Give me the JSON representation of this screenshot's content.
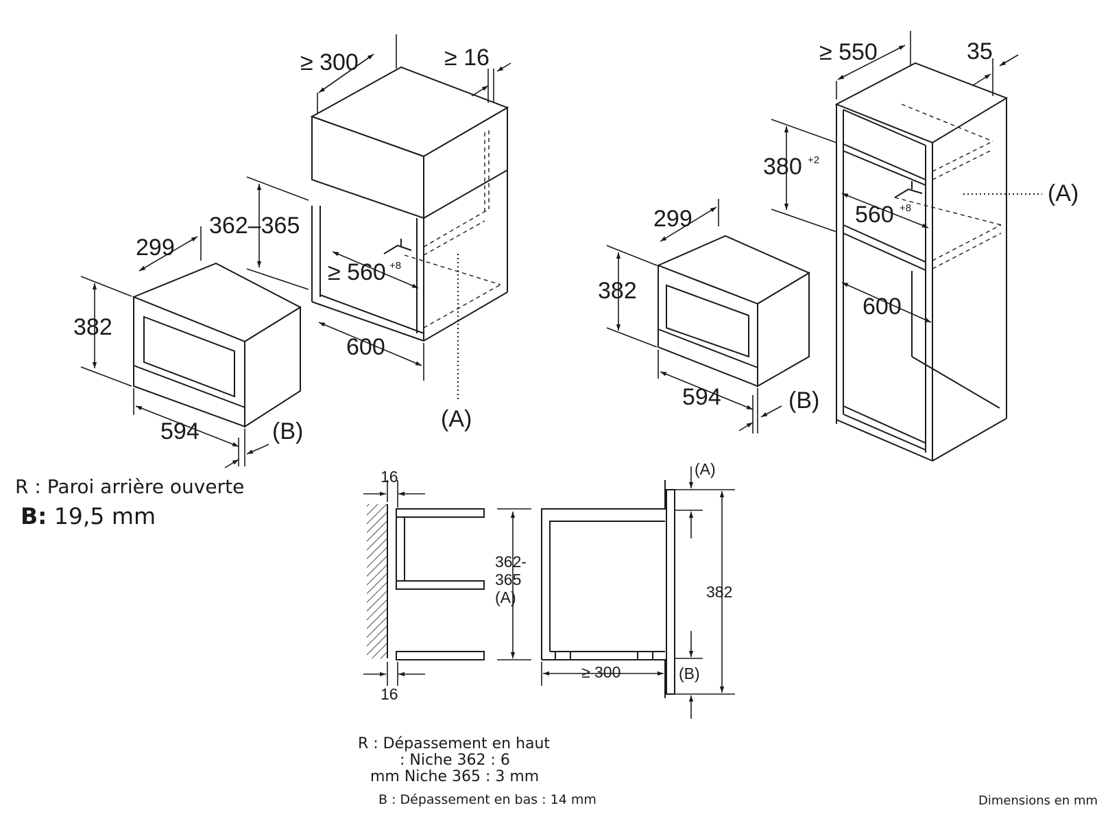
{
  "labels": {
    "left_a": "(A)",
    "left_b": "(B)",
    "right_a": "(A)",
    "right_b": "(B)",
    "bottom_a": "(A)",
    "bottom_b": "(B)",
    "bottom_a_side": "(A)"
  },
  "dims": {
    "left_niche_depth_min": "≥ 300",
    "left_top_gap_min": "≥ 16",
    "left_niche_height": "362–365",
    "left_niche_width": "≥ 560",
    "left_niche_width_tol": "+8",
    "left_cabinet_width": "600",
    "left_oven_depth": "299",
    "left_oven_height": "382",
    "left_oven_width": "594",
    "right_niche_depth_min": "≥ 550",
    "right_rear_gap": "35",
    "right_niche_height": "380",
    "right_niche_height_tol": "+2",
    "right_niche_width": "560",
    "right_niche_width_tol": "+8",
    "right_cabinet_width": "600",
    "right_oven_depth": "299",
    "right_oven_height": "382",
    "right_oven_width": "594",
    "bottom_top_16": "16",
    "bottom_bottom_16": "16",
    "bottom_niche_h1": "362-",
    "bottom_niche_h2": "365",
    "bottom_depth": "≥ 300",
    "bottom_oven_height": "382"
  },
  "notes": {
    "left_line1": "R : Paroi arrière ouverte",
    "left_line2_bold": "B:",
    "left_line2_rest": " 19,5 mm",
    "bottom_line1": "R : Dépassement en haut",
    "bottom_line2": ": Niche 362 : 6",
    "bottom_line3": "mm Niche 365 : 3 mm",
    "bottom_line4": "B : Dépassement en bas : 14 mm",
    "units": "Dimensions en mm"
  }
}
